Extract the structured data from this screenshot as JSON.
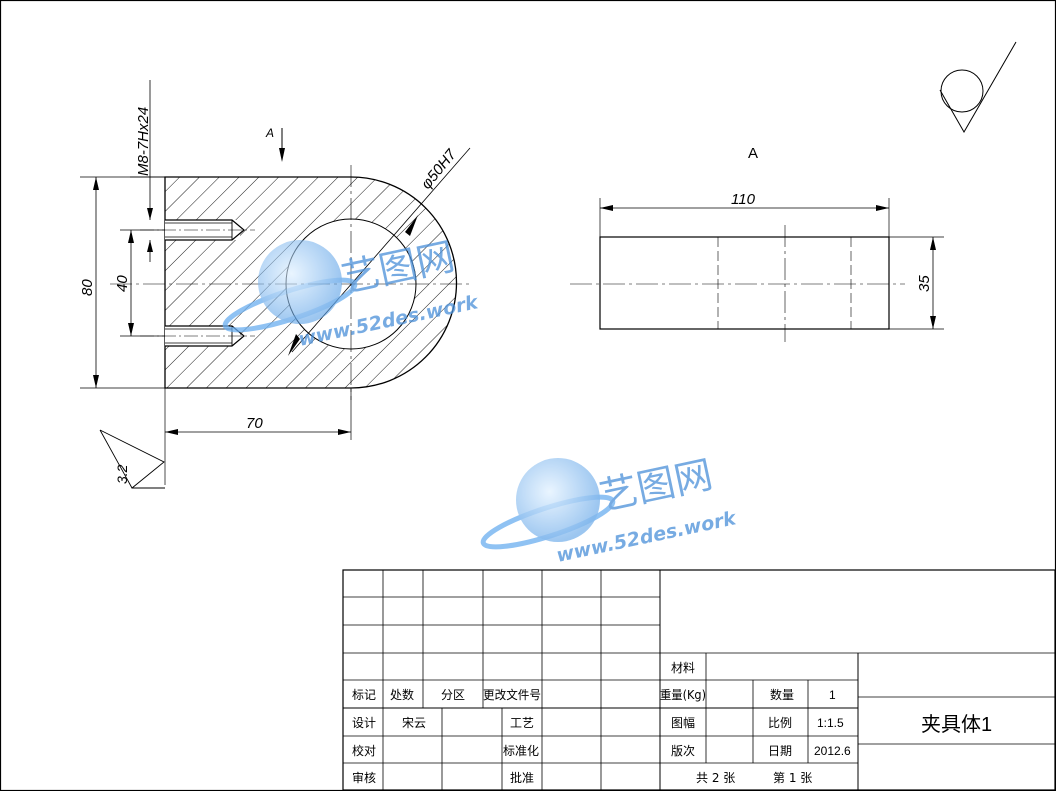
{
  "drawing": {
    "view_label_a": "A",
    "section_label": "A",
    "dims": {
      "thread": "M8-7Hx24",
      "bore": "φ50H7",
      "height_80": "80",
      "spacing_40": "40",
      "width_70": "70",
      "length_110": "110",
      "thickness_35": "35"
    },
    "roughness_value": "3.2"
  },
  "watermark": {
    "brand_cn": "艺图网",
    "url": "www.52des.work"
  },
  "title_block": {
    "label_material": "材料",
    "label_mark": "标记",
    "label_count": "处数",
    "label_zone": "分区",
    "label_change_doc": "更改文件号",
    "label_weight": "重量(Kg)",
    "label_quantity": "数量",
    "quantity_value": "1",
    "label_design": "设计",
    "designer": "宋云",
    "label_process": "工艺",
    "label_sheet_size": "图幅",
    "label_scale": "比例",
    "scale_value": "1:1.5",
    "label_check": "校对",
    "label_standard": "标准化",
    "label_version": "版次",
    "label_date": "日期",
    "date_value": "2012.6",
    "label_review": "审核",
    "label_approve": "批准",
    "sheets_total": "共 2 张",
    "sheet_no": "第  1 张",
    "part_name": "夹具体1"
  }
}
